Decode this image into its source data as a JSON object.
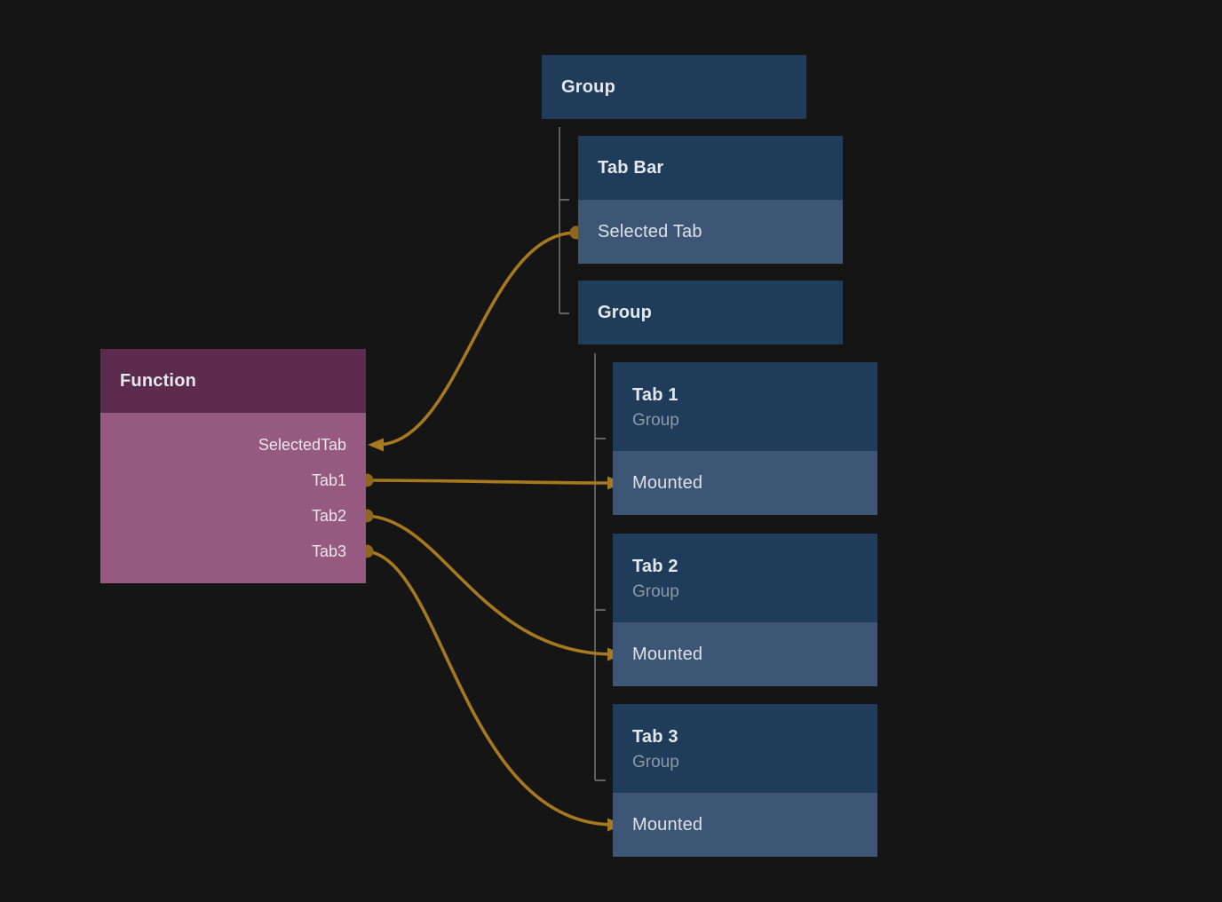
{
  "colors": {
    "background": "#151515",
    "node_header": "#1f3c5a",
    "node_row": "#3e5675",
    "function_header": "#5c2b4e",
    "function_body": "#96597f",
    "title_text": "#e4e8ec",
    "row_text": "#dce1e7",
    "subtitle_text": "#8d99a8",
    "port_text": "#ece5ec",
    "wire": "#a6791f",
    "port_dot": "#8d681e",
    "tree_line": "#6e6e6e"
  },
  "graph": {
    "root_group": {
      "title": "Group"
    },
    "tab_bar": {
      "title": "Tab Bar",
      "selected_tab_label": "Selected Tab"
    },
    "inner_group": {
      "title": "Group"
    },
    "tabs": [
      {
        "title": "Tab 1",
        "subtitle": "Group",
        "mounted_label": "Mounted"
      },
      {
        "title": "Tab 2",
        "subtitle": "Group",
        "mounted_label": "Mounted"
      },
      {
        "title": "Tab 3",
        "subtitle": "Group",
        "mounted_label": "Mounted"
      }
    ],
    "function_node": {
      "title": "Function",
      "ports": [
        "SelectedTab",
        "Tab1",
        "Tab2",
        "Tab3"
      ]
    }
  },
  "connections": [
    {
      "from": "Tab Bar / Selected Tab",
      "to": "Function / SelectedTab"
    },
    {
      "from": "Function / Tab1",
      "to": "Tab 1 / Mounted"
    },
    {
      "from": "Function / Tab2",
      "to": "Tab 2 / Mounted"
    },
    {
      "from": "Function / Tab3",
      "to": "Tab 3 / Mounted"
    }
  ]
}
